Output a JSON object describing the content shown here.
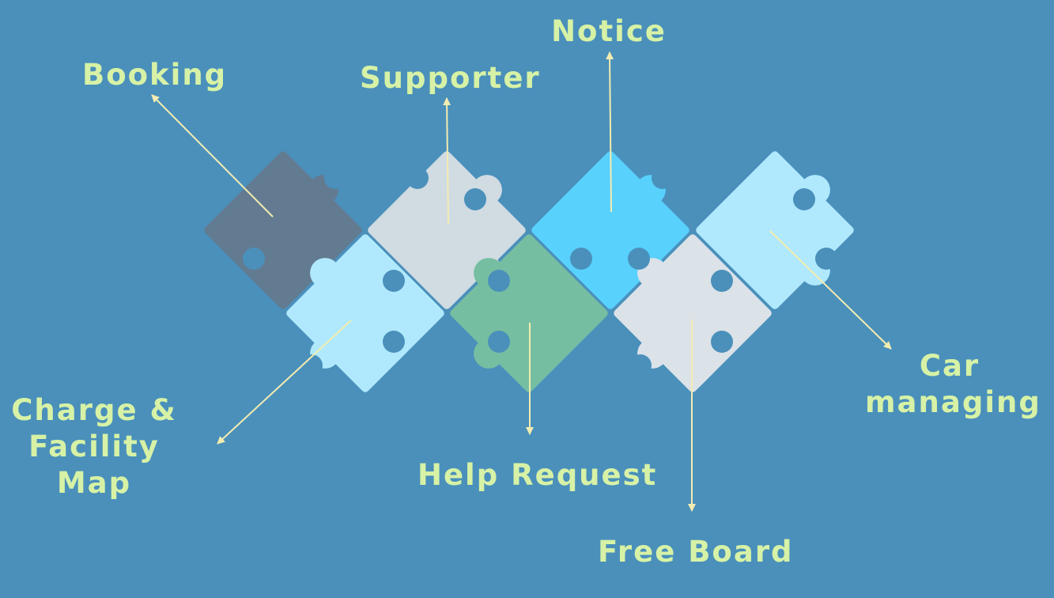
{
  "colors": {
    "background": "#4a90bb",
    "label": "#d7f2a6",
    "arrow": "#f3ecb0"
  },
  "labels": {
    "booking": "Booking",
    "supporter": "Supporter",
    "notice": "Notice",
    "charge_facility": [
      "Charge &",
      "Facility",
      "Map"
    ],
    "help_request": "Help Request",
    "free_board": "Free Board",
    "car_managing": [
      "Car",
      "managing"
    ]
  },
  "pieces": [
    {
      "name": "booking-piece",
      "color": "#637b91"
    },
    {
      "name": "supporter-piece",
      "color": "#d1dbe2"
    },
    {
      "name": "notice-piece",
      "color": "#58d1fd"
    },
    {
      "name": "car-managing-piece",
      "color": "#b0e9fd"
    },
    {
      "name": "charge-facility-piece",
      "color": "#b0e9fd"
    },
    {
      "name": "help-request-piece",
      "color": "#76bea1"
    },
    {
      "name": "free-board-piece",
      "color": "#dbe2e8"
    }
  ]
}
